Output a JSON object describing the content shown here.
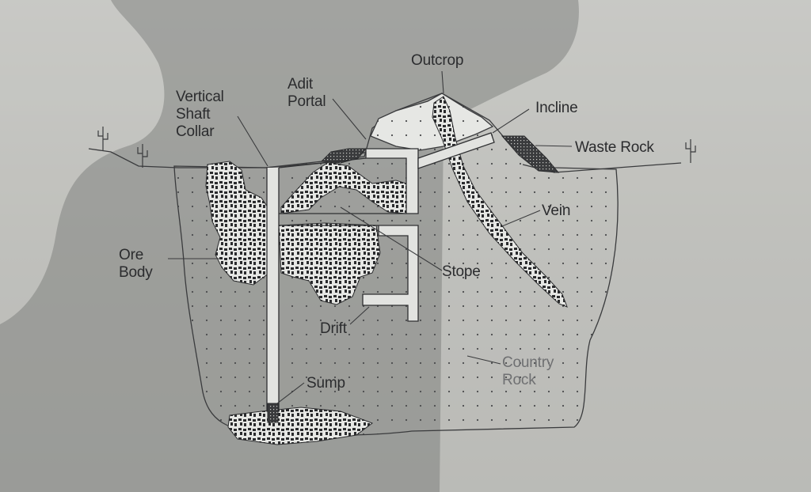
{
  "diagram": {
    "labels": {
      "vertical_shaft_collar": [
        "Vertical",
        "Shaft",
        "Collar"
      ],
      "adit_portal": [
        "Adit",
        "Portal"
      ],
      "outcrop": "Outcrop",
      "incline": "Incline",
      "waste_rock": "Waste Rock",
      "vein": "Vein",
      "ore_body": [
        "Ore",
        "Body"
      ],
      "stope": "Stope",
      "drift": "Drift",
      "country_rock": [
        "Country",
        "Rock"
      ],
      "sump": "Sump"
    }
  }
}
